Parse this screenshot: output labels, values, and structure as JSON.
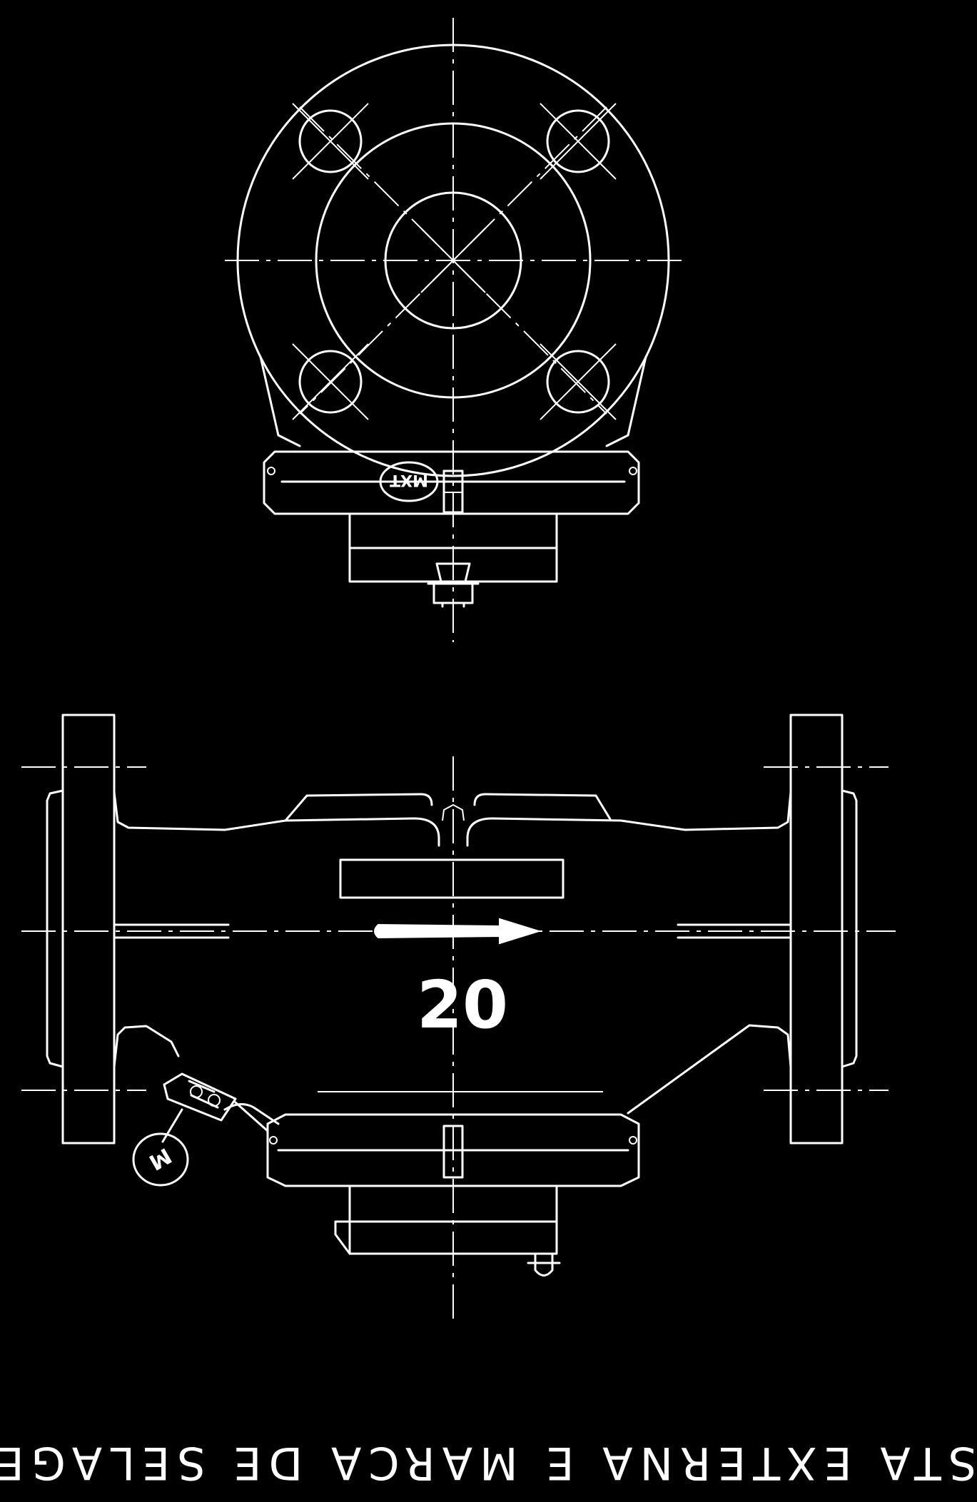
{
  "drawing": {
    "caption": "VISTA EXTERNA E MARCA DE SELAGEM",
    "top_view_seal_mark": "MXT",
    "side_view_seal_mark": "M",
    "nominal_size": "20"
  }
}
